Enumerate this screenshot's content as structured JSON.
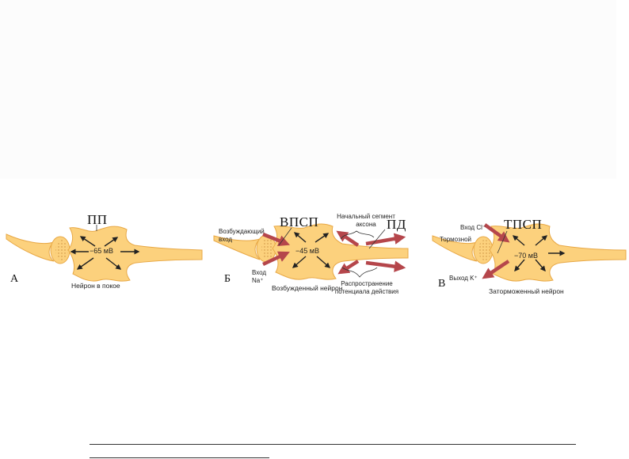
{
  "panels": {
    "a": {
      "letter": "А",
      "potential_label": "ПП",
      "voltage": "−65 мВ",
      "caption": "Нейрон в покое"
    },
    "b": {
      "letter": "Б",
      "potential_label": "ВПСП",
      "action_potential_label": "ПД",
      "voltage": "−45 мВ",
      "caption": "Возбужденный нейрон",
      "excitatory_input": "Возбуждающий вход",
      "na_input": "Вход Na⁺",
      "axon_segment": "Начальный сегмент аксона",
      "propagation": "Распространение потенциала действия"
    },
    "c": {
      "letter": "В",
      "potential_label": "ТПСП",
      "voltage": "−70 мВ",
      "caption": "Заторможенный нейрон",
      "inhibitory": "Тормозной",
      "cl_input": "Вход Cl⁻",
      "k_output": "Выход K⁺"
    }
  },
  "colors": {
    "neuron_fill": "#fcd17d",
    "neuron_stroke": "#e8a845",
    "ion_arrow": "#b5464b",
    "field_arrow": "#222222"
  }
}
